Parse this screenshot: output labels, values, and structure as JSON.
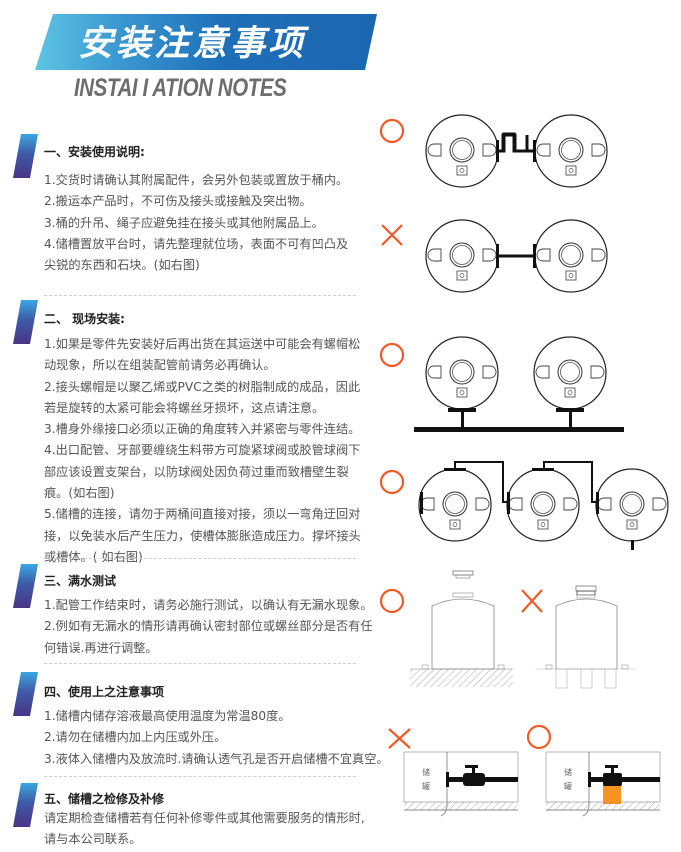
{
  "header": {
    "title": "安装注意事项",
    "subtitle": "INSTAI I ATION NOTES",
    "banner_colors": [
      "#5ec4e3",
      "#1c66b0"
    ]
  },
  "sections": [
    {
      "title": "一、安装使用说明:",
      "lines": [
        "1.交货时请确认其附属配件，会另外包装或置放于桶内。",
        "2.搬运本产品时，不可伤及接头或接触及突出物。",
        "3.桶的升吊、绳子应避免挂在接头或其他附属品上。",
        "4.储槽置放平台时，请先整理就位场，表面不可有凹凸及",
        "尖锐的东西和石块。(如右图)"
      ]
    },
    {
      "title": "二、 现场安装:",
      "lines": [
        "1.如果是零件先安装好后再出货在其运送中可能会有螺帽松",
        "动现象，所以在组装配管前请务必再确认。",
        "2.接头螺帽是以聚乙烯或PVC之类的树脂制成的成品，因此",
        "若是旋转的太紧可能会将螺丝牙损坏，这点请注意。",
        "3.槽身外缘接口必须以正确的角度转入并紧密与零件连结。",
        "4.出口配管、牙部要缠绕生料带方可旋紧球阀或胶管球阀下",
        "部应该设置支架台，以防球阀处因负荷过重而致槽壁生裂",
        "痕。(如右图)",
        "5.储槽的连接，请勿于两桶间直接对接，须以一弯角迂回对",
        "接，以免装水后产生压力，使槽体膨胀造成压力。撑坏接头",
        "或槽体。( 如右图)"
      ]
    },
    {
      "title": "三、满水测试",
      "lines": [
        "1.配管工作结束时，请务必施行测试，以确认有无漏水现象。",
        "2.例如有无漏水的情形请再确认密封部位或螺丝部分是否有任",
        "何错误.再进行调整。"
      ]
    },
    {
      "title": "四、使用上之注意事项",
      "lines": [
        "1.储槽内储存溶液最高使用温度为常温80度。",
        "2.请勿在储槽内加上内压或外压。",
        "3.液体入储槽内及放流时.请确认透气孔是否开启储槽不宜真空。"
      ]
    },
    {
      "title": "五、储槽之检修及补修",
      "lines": [
        "请定期检查储槽若有任何补修零件或其他需要服务的情形时,",
        "请与本公司联系。"
      ]
    }
  ],
  "diagrams": {
    "correct_mark": "○",
    "wrong_mark": "✕",
    "mark_color": "#f05a28",
    "support_color": "#f7931e",
    "tank_label_1": "储",
    "tank_label_2": "罐",
    "items": [
      {
        "name": "offset-pipe-connection",
        "verdict": "correct"
      },
      {
        "name": "straight-pipe-connection",
        "verdict": "wrong"
      },
      {
        "name": "bottom-manifold-connection",
        "verdict": "correct"
      },
      {
        "name": "cascade-connection",
        "verdict": "correct"
      },
      {
        "name": "tank-on-flat-base",
        "verdict": "correct"
      },
      {
        "name": "tank-on-legs",
        "verdict": "wrong"
      },
      {
        "name": "valve-unsupported",
        "verdict": "wrong"
      },
      {
        "name": "valve-supported",
        "verdict": "correct"
      }
    ]
  }
}
